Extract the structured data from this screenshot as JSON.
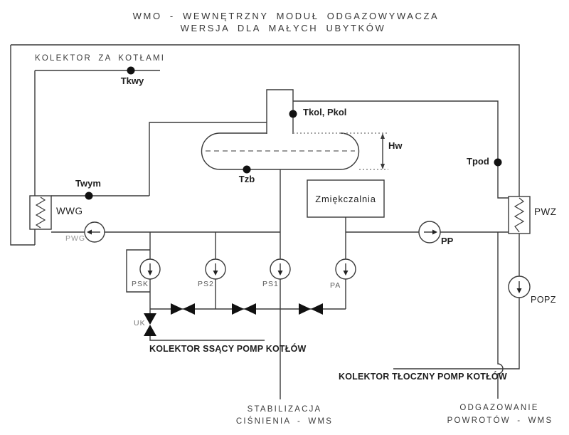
{
  "diagram": {
    "title_line1": "WMO - WEWNĘTRZNY MODUŁ ODGAZOWYWACZA",
    "title_line2": "WERSJA DLA MAŁYCH UBYTKÓW",
    "collectors": {
      "behind_boilers": "KOLEKTOR ZA KOTŁAMI",
      "suction": "KOLEKTOR SSĄCY POMP KOTŁÓW",
      "discharge": "KOLEKTOR TŁOCZNY POMP KOTŁÓW"
    },
    "external_modules": {
      "pressure_stabilization_line1": "STABILIZACJA",
      "pressure_stabilization_line2": "CIŚNIENIA - WMS",
      "return_degassing_line1": "ODGAZOWANIE",
      "return_degassing_line2": "POWROTÓW - WMS"
    },
    "sensors": {
      "tkwy": "Tkwy",
      "twym": "Twym",
      "tkol_pkol": "Tkol, Pkol",
      "tzb": "Tzb",
      "tpod": "Tpod"
    },
    "dimension": {
      "water_height": "Hw"
    },
    "equipment": {
      "heat_exchanger_left": "WWG",
      "heat_exchanger_right": "PWZ",
      "softener": "Zmiękczalnia"
    },
    "pumps": {
      "pwg": "PWG",
      "pp": "PP",
      "popz": "POPZ",
      "psk": "PSK",
      "ps2": "PS2",
      "ps1": "PS1",
      "pa": "PA"
    },
    "valves": {
      "uk": "UK"
    },
    "colors": {
      "line": "#3a3a3a",
      "text": "#3a3a3a",
      "valve_fill": "#111111",
      "dot_fill": "#111111",
      "pump_label": "#5a5a5a",
      "background": "#ffffff"
    }
  }
}
